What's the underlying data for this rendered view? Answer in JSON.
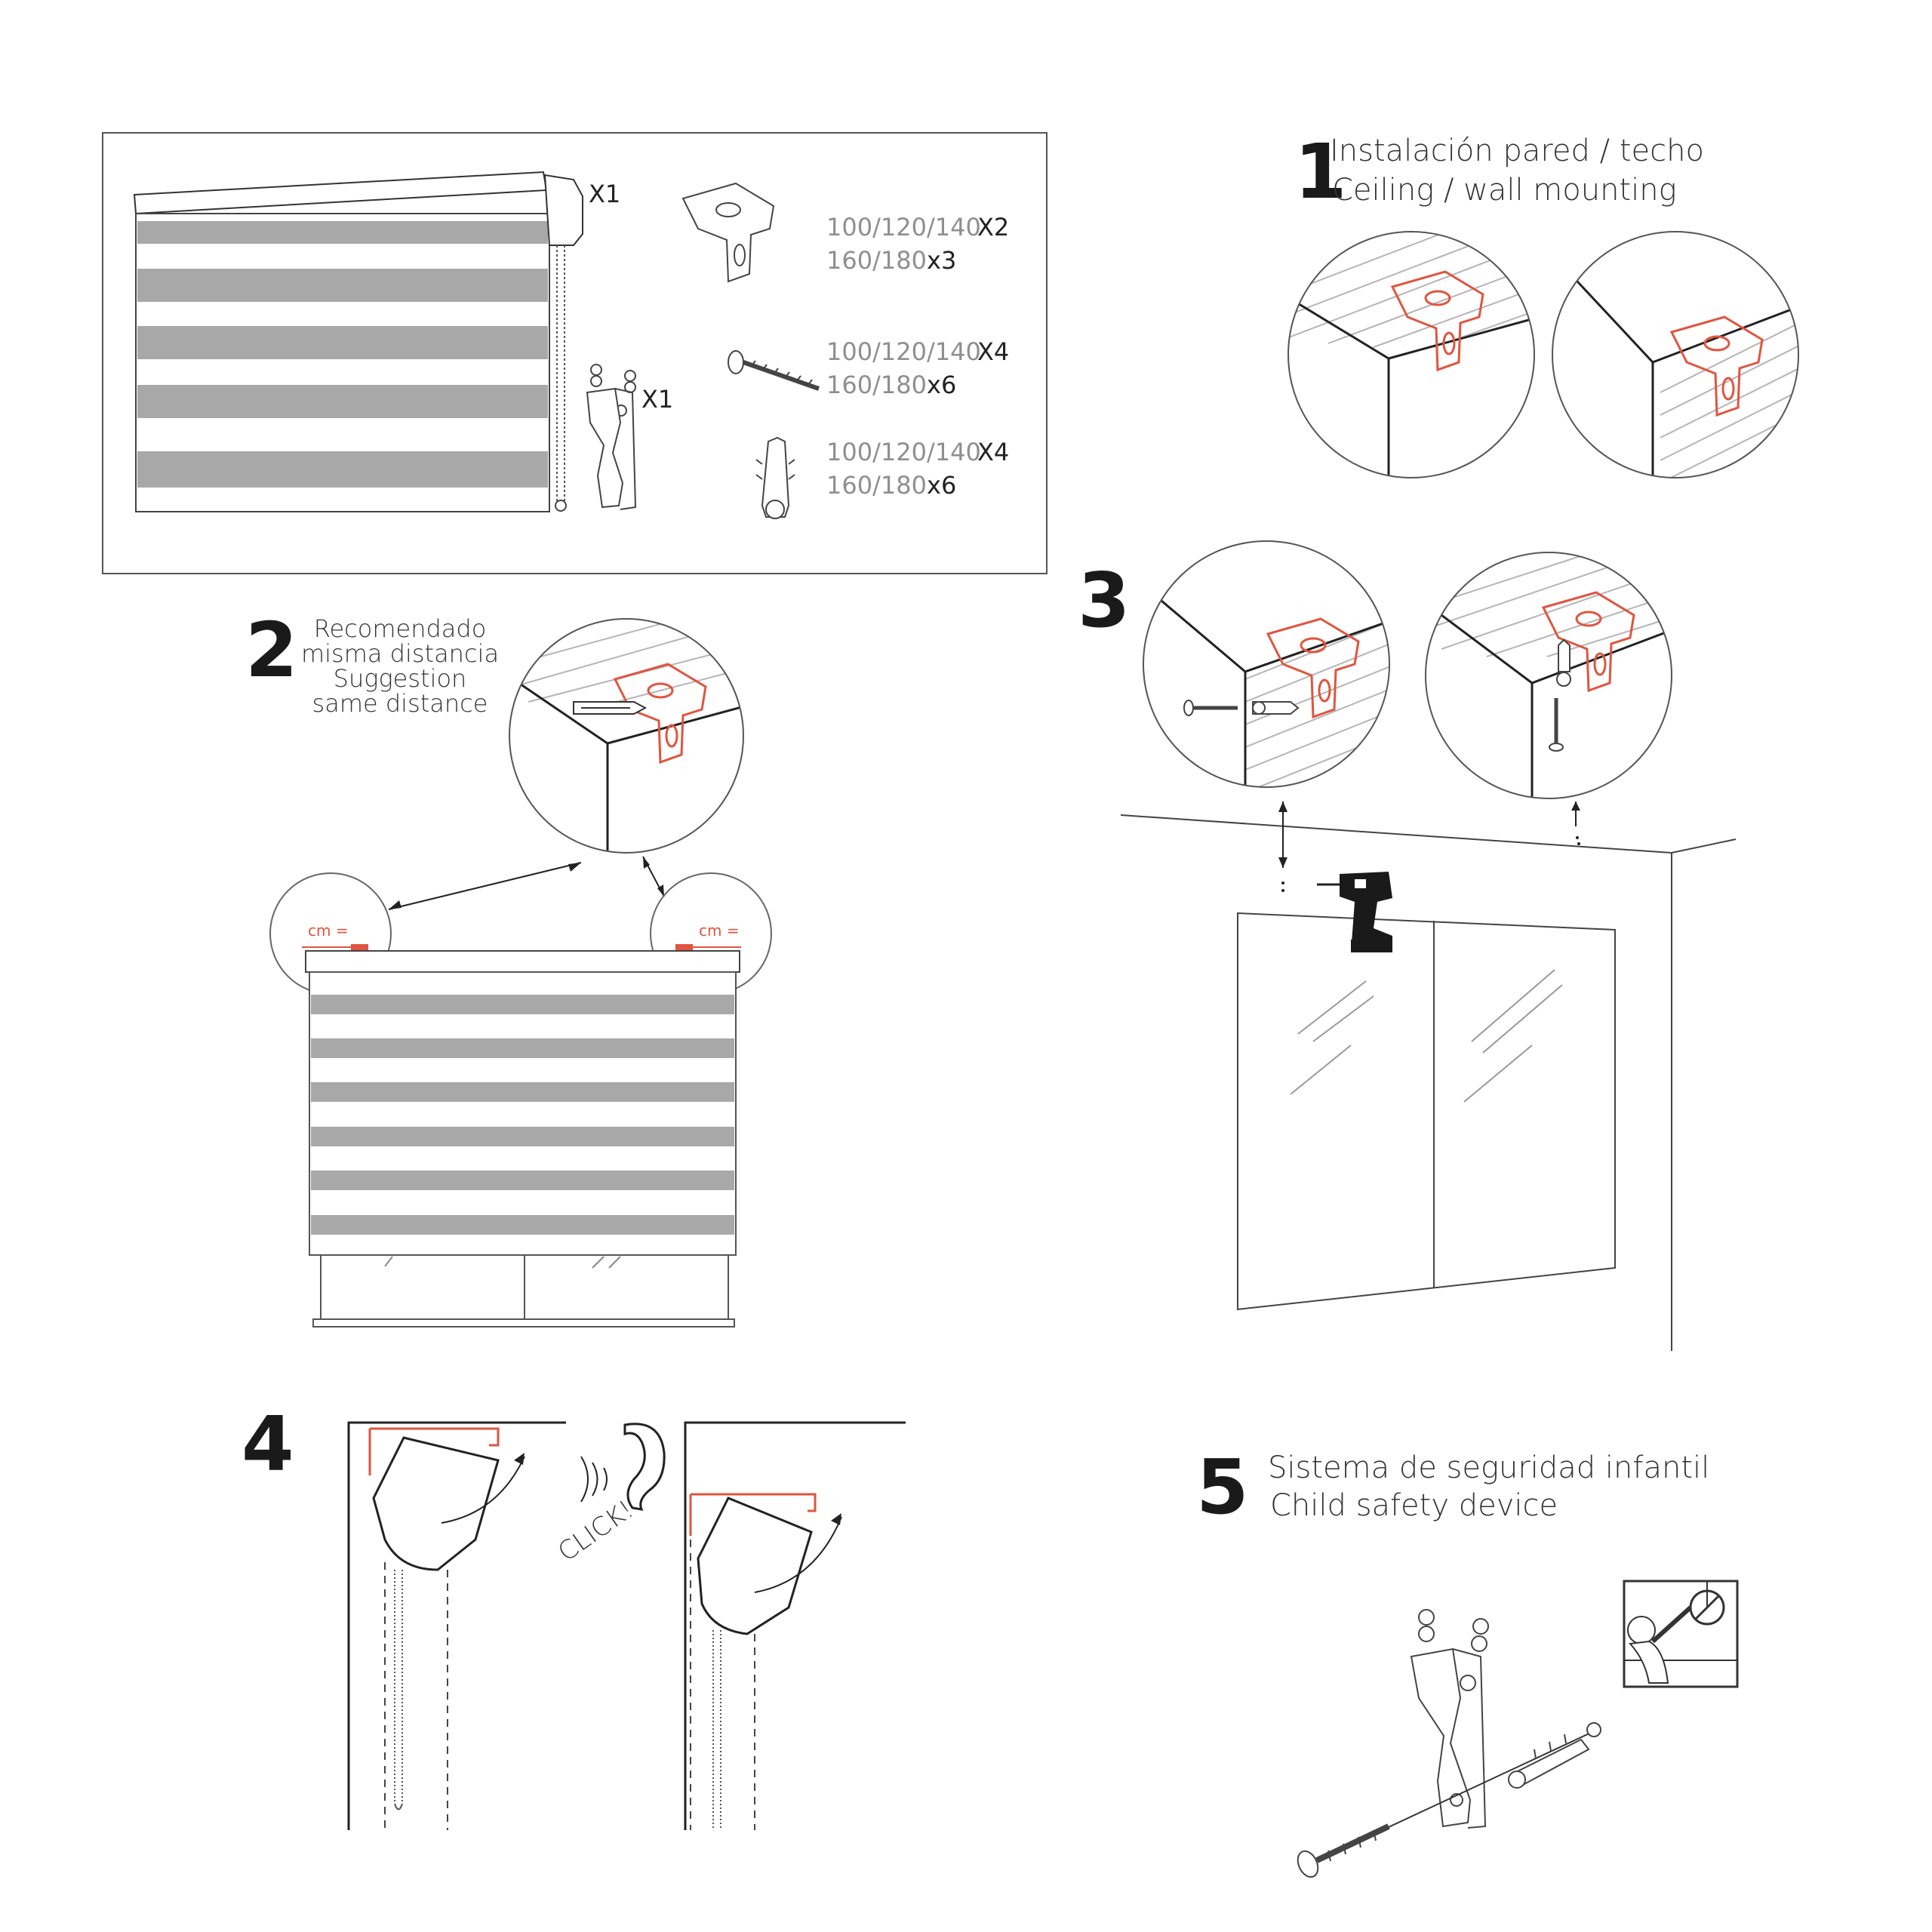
{
  "parts": {
    "roller_qty": "X1",
    "safety_qty": "X1",
    "bracket": {
      "sizes_a": "100/120/140",
      "qty_a": "X2",
      "sizes_b": "160/180",
      "qty_b": "x3"
    },
    "screw": {
      "sizes_a": "100/120/140",
      "qty_a": "X4",
      "sizes_b": "160/180",
      "qty_b": "x6"
    },
    "plug": {
      "sizes_a": "100/120/140",
      "qty_a": "X4",
      "sizes_b": "160/180",
      "qty_b": "x6"
    }
  },
  "step1": {
    "number": "1",
    "line1": "Instalación pared / techo",
    "line2": "Ceiling / wall mounting"
  },
  "step2": {
    "number": "2",
    "line1": "Recomendado",
    "line2": "misma distancia",
    "line3": "Suggestion",
    "line4": "same distance",
    "cm_left": "cm =",
    "cm_right": "cm ="
  },
  "step3": {
    "number": "3"
  },
  "step4": {
    "number": "4",
    "click": "CLICK!"
  },
  "step5": {
    "number": "5",
    "line1": "Sistema de seguridad infantil",
    "line2": "Child safety device"
  },
  "colors": {
    "accent": "#e0553f",
    "slat": "#a8a8a8",
    "line": "#222222",
    "hatch": "#b5b5b5"
  }
}
